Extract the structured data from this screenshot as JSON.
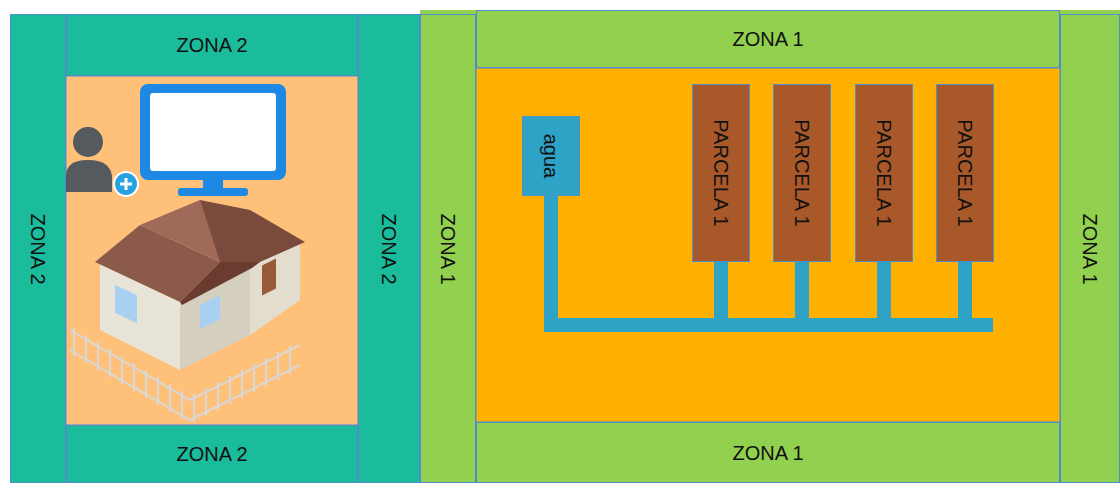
{
  "diagram": {
    "nodes": [
      {
        "text": [
          "ZONA 2"
        ]
      },
      {
        "text": [
          "ZONA 1"
        ]
      },
      {
        "text": [
          "ZONA 2"
        ]
      },
      {
        "text": [
          "ZONA 2"
        ]
      },
      {
        "text": [
          "ZONA 1"
        ]
      },
      {
        "text": [
          "agua"
        ]
      },
      {
        "text": [
          "PARCELA 1"
        ]
      },
      {
        "text": [
          "PARCELA 1"
        ]
      },
      {
        "text": [
          "PARCELA 1"
        ]
      },
      {
        "text": [
          "PARCELA 1"
        ]
      },
      {
        "text": [
          "ZONA 1"
        ]
      },
      {
        "text": [
          "ZONA 2"
        ]
      },
      {
        "text": [
          "ZONA 1"
        ]
      }
    ],
    "edges": [
      {
        "from": 5,
        "to": 6,
        "arrow": "none"
      },
      {
        "from": 5,
        "to": 7,
        "arrow": "none"
      },
      {
        "from": 5,
        "to": 8,
        "arrow": "none"
      },
      {
        "from": 5,
        "to": 9,
        "arrow": "none"
      }
    ]
  }
}
